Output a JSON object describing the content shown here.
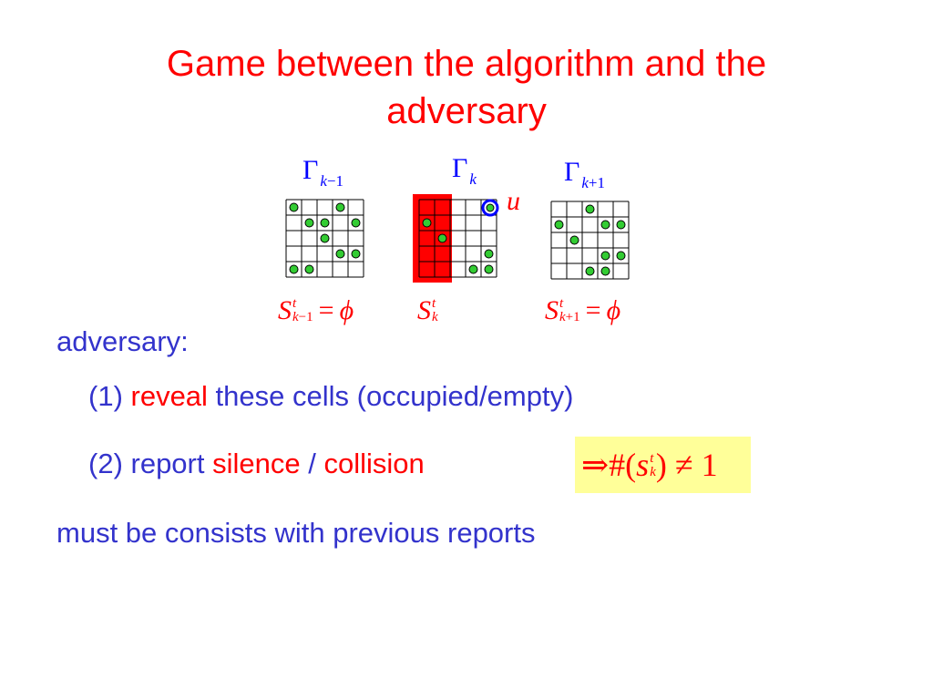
{
  "slide": {
    "title_line1": "Game between the algorithm and the",
    "title_line2": "adversary"
  },
  "figure": {
    "gamma_symbol": "Γ",
    "grids": [
      {
        "sub_var": "k",
        "sub_rest": "−1",
        "cols": 5,
        "rows": 5,
        "dots": [
          [
            0,
            0
          ],
          [
            3,
            0
          ],
          [
            1,
            1
          ],
          [
            2,
            1
          ],
          [
            4,
            1
          ],
          [
            2,
            2
          ],
          [
            3,
            3
          ],
          [
            4,
            3
          ],
          [
            0,
            4
          ],
          [
            1,
            4
          ]
        ],
        "highlight_cols": 0,
        "s_label": {
          "sup": "t",
          "sub_var": "k",
          "sub_rest": "−1",
          "eq": "=",
          "phi": "ϕ"
        }
      },
      {
        "sub_var": "k",
        "sub_rest": "",
        "cols": 5,
        "rows": 5,
        "dots": [
          [
            0,
            1
          ],
          [
            1,
            2
          ],
          [
            4,
            3
          ],
          [
            3,
            4
          ],
          [
            4,
            4
          ]
        ],
        "highlight_cols": 2,
        "s_label": {
          "sup": "t",
          "sub_var": "k",
          "sub_rest": "",
          "eq": "",
          "phi": ""
        }
      },
      {
        "sub_var": "k",
        "sub_rest": "+1",
        "cols": 5,
        "rows": 5,
        "dots": [
          [
            2,
            0
          ],
          [
            0,
            1
          ],
          [
            3,
            1
          ],
          [
            4,
            1
          ],
          [
            1,
            2
          ],
          [
            3,
            3
          ],
          [
            4,
            3
          ],
          [
            2,
            4
          ],
          [
            3,
            4
          ]
        ],
        "highlight_cols": 0,
        "s_label": {
          "sup": "t",
          "sub_var": "k",
          "sub_rest": "+1",
          "eq": "=",
          "phi": "ϕ"
        }
      }
    ],
    "u_label": "u"
  },
  "body": {
    "adversary_label": "adversary:",
    "item1_prefix": "(1) ",
    "item1_highlight": "reveal",
    "item1_rest": " these cells (occupied/empty)",
    "item2_prefix": "(2) report ",
    "item2_highlight1": "silence",
    "item2_sep": " / ",
    "item2_highlight2": "collision",
    "formula_arrow": "⇒",
    "formula_hash": "#",
    "formula_open": "(",
    "formula_var": "s",
    "formula_sup": "t",
    "formula_sub": "k",
    "formula_close": ")",
    "formula_neq": "≠",
    "formula_value": "1",
    "closing_line": "must be consists with previous reports"
  },
  "colors": {
    "title": "#ff0000",
    "body_text": "#3333cc",
    "highlight": "#ff0000",
    "dot_fill": "#33cc33",
    "column_highlight": "#ff0000",
    "u_marker": "#0000ff",
    "formula_bg": "#ffff99"
  }
}
